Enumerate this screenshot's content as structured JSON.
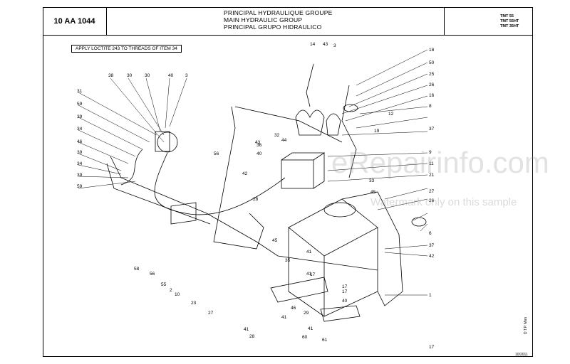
{
  "header": {
    "code": "10 AA 1044",
    "titles": [
      "PRINCIPAL HYDRAULIQUE GROUPE",
      "MAIN HYDRAULIC GROUP",
      "PRINCIPAL GRUPO HIDRAULICO"
    ],
    "models": [
      "TMT 55",
      "TMT 55HT",
      "TMT 35HT"
    ]
  },
  "note": "APPLY LOCTITE 243 TO THREADS OF ITEM 34",
  "watermark": {
    "site": "eRepairinfo.com",
    "notice": "Watermark only on this sample"
  },
  "footer": {
    "side_text": "D.T.P. Man",
    "date": "10/2011"
  },
  "callouts": [
    "14",
    "43",
    "3",
    "18",
    "38",
    "30",
    "30",
    "40",
    "3",
    "50",
    "31",
    "25",
    "26",
    "16",
    "59",
    "8",
    "39",
    "12",
    "34",
    "19",
    "46",
    "37",
    "39",
    "32",
    "43",
    "36",
    "44",
    "56",
    "40",
    "42",
    "9",
    "34",
    "11",
    "59",
    "39",
    "21",
    "33",
    "45",
    "28",
    "27",
    "26",
    "45",
    "6",
    "58",
    "55",
    "56",
    "10",
    "2",
    "23",
    "35",
    "37",
    "41",
    "42",
    "41",
    "27",
    "29",
    "41",
    "17",
    "40",
    "41",
    "46",
    "17",
    "41",
    "17",
    "60",
    "61",
    "1",
    "28",
    "17"
  ]
}
